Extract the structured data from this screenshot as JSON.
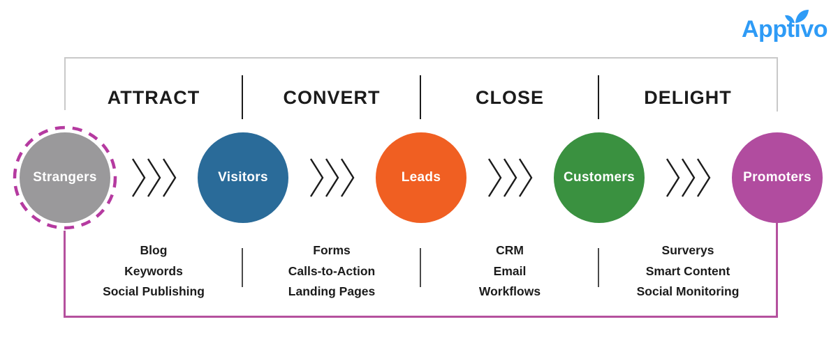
{
  "logo": {
    "text": "Apptivo",
    "color": "#2E9BF6"
  },
  "stages": [
    {
      "label": "ATTRACT",
      "tools": [
        "Blog",
        "Keywords",
        "Social Publishing"
      ]
    },
    {
      "label": "CONVERT",
      "tools": [
        "Forms",
        "Calls-to-Action",
        "Landing Pages"
      ]
    },
    {
      "label": "CLOSE",
      "tools": [
        "CRM",
        "Email",
        "Workflows"
      ]
    },
    {
      "label": "DELIGHT",
      "tools": [
        "Surverys",
        "Smart Content",
        "Social Monitoring"
      ]
    }
  ],
  "circles": [
    {
      "label": "Strangers",
      "color": "#9A999B",
      "dashed_ring_color": "#B53AA0"
    },
    {
      "label": "Visitors",
      "color": "#2A6B99"
    },
    {
      "label": "Leads",
      "color": "#F05F22"
    },
    {
      "label": "Customers",
      "color": "#3A9140"
    },
    {
      "label": "Promoters",
      "color": "#B14C9F"
    }
  ],
  "colors": {
    "loop_line": "#B5519E",
    "bracket": "#C9C9C9",
    "chevron": "#1b1b1b",
    "text": "#1b1b1b"
  },
  "icons": {
    "chevron": "triple-right-chevron",
    "leaf": "apptivo-leaf"
  }
}
